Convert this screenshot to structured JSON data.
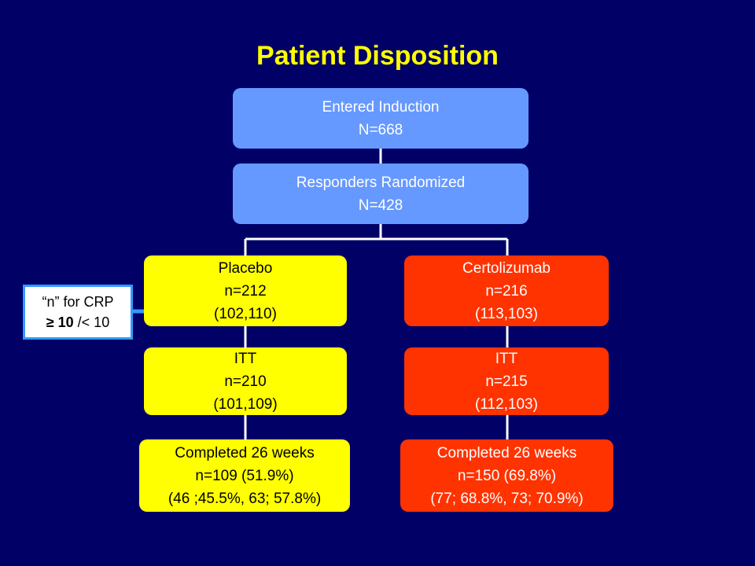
{
  "title": "Patient Disposition",
  "colors": {
    "background": "#000066",
    "title": "#FFFF00",
    "blue_box": "#6699FF",
    "placebo_box": "#FFFF00",
    "treatment_box": "#FF3300",
    "connector": "#FFFFFF",
    "arrow": "#3399FF"
  },
  "entered": {
    "line1": "Entered Induction",
    "line2": "N=668"
  },
  "randomized": {
    "line1": "Responders Randomized",
    "line2": "N=428"
  },
  "placebo": {
    "arm": {
      "line1": "Placebo",
      "line2": "n=212",
      "line3": "(102,110)"
    },
    "itt": {
      "line1": "ITT",
      "line2": "n=210",
      "line3": "(101,109)"
    },
    "completed": {
      "line1": "Completed 26 weeks",
      "line2": "n=109 (51.9%)",
      "line3": "(46 ;45.5%, 63; 57.8%)"
    }
  },
  "certolizumab": {
    "arm": {
      "line1": "Certolizumab",
      "line2": "n=216",
      "line3": "(113,103)"
    },
    "itt": {
      "line1": "ITT",
      "line2": "n=215",
      "line3": "(112,103)"
    },
    "completed": {
      "line1": "Completed 26 weeks",
      "line2": "n=150 (69.8%)",
      "line3": "(77; 68.8%, 73; 70.9%)"
    }
  },
  "crp_note": {
    "line1": "“n” for CRP",
    "line2_bold": "≥ 10",
    "line2_rest": " /< 10"
  }
}
